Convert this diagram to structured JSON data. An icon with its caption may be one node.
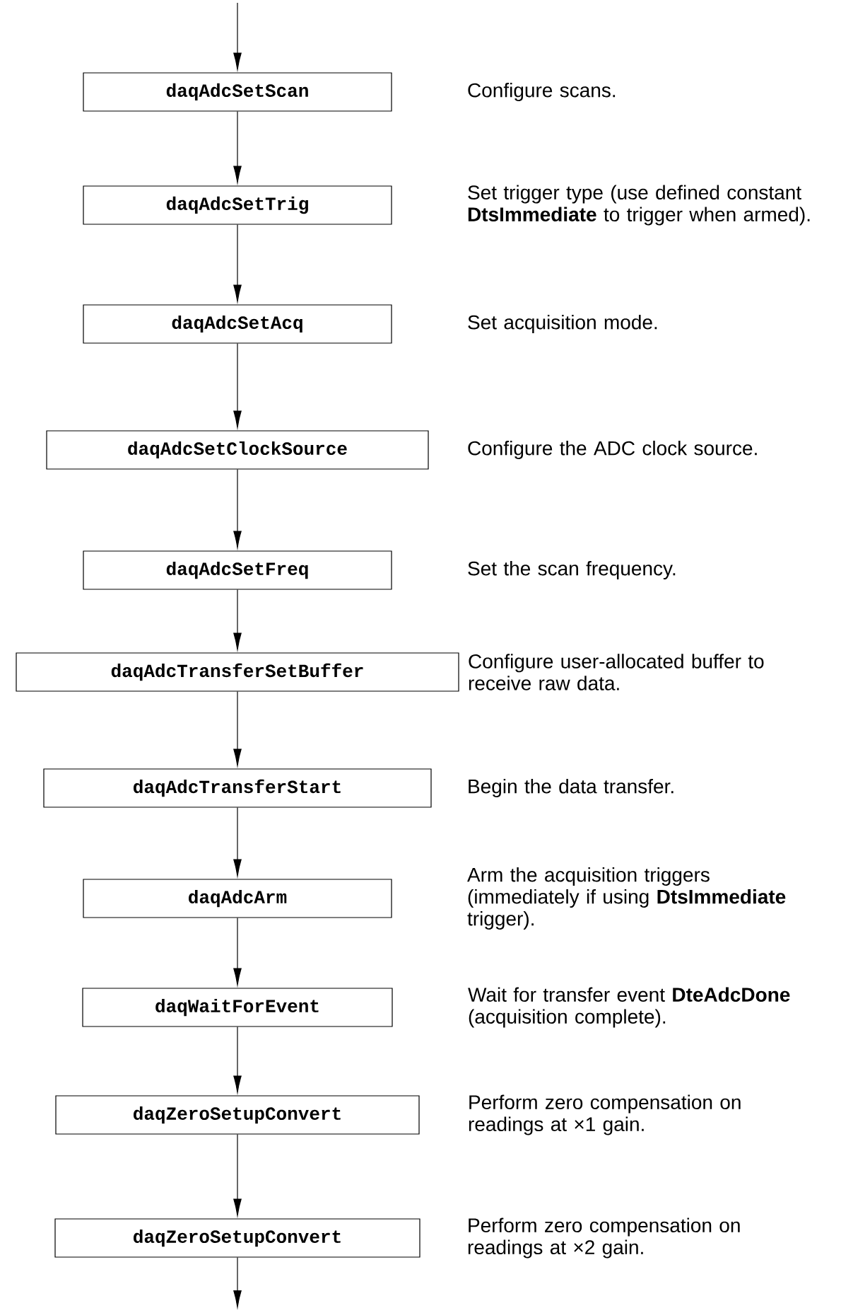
{
  "diagram": {
    "nodes": [
      {
        "text": [
          "daqAdcSetScan"
        ],
        "beside": [
          "Configure scans."
        ]
      },
      {
        "text": [
          "daqAdcSetTrig"
        ],
        "beside": [
          "Set trigger type (use defined constant **DtsImmediate** to trigger when armed)."
        ]
      },
      {
        "text": [
          "daqAdcSetAcq"
        ],
        "beside": [
          "Set acquisition mode."
        ]
      },
      {
        "text": [
          "daqAdcSetClockSource"
        ],
        "beside": [
          "Configure the ADC clock source."
        ]
      },
      {
        "text": [
          "daqAdcSetFreq"
        ],
        "beside": [
          "Set the scan frequency."
        ]
      },
      {
        "text": [
          "daqAdcTransferSetBuffer"
        ],
        "beside": [
          "Configure user-allocated buffer to receive raw data."
        ]
      },
      {
        "text": [
          "daqAdcTransferStart"
        ],
        "beside": [
          "Begin the data transfer."
        ]
      },
      {
        "text": [
          "daqAdcArm"
        ],
        "beside": [
          "Arm the acquisition triggers (immediately if using **DtsImmediate** trigger)."
        ]
      },
      {
        "text": [
          "daqWaitForEvent"
        ],
        "beside": [
          "Wait for transfer event **DteAdcDone** (acquisition complete)."
        ]
      },
      {
        "text": [
          "daqZeroSetupConvert"
        ],
        "beside": [
          "Perform zero compensation on readings at ×1 gain."
        ]
      },
      {
        "text": [
          "daqZeroSetupConvert"
        ],
        "beside": [
          "Perform zero compensation on readings at ×2 gain."
        ]
      }
    ],
    "edges": [
      {
        "from": null,
        "to": 0,
        "arrow": "to"
      },
      {
        "from": 0,
        "to": 1,
        "arrow": "to"
      },
      {
        "from": 1,
        "to": 2,
        "arrow": "to"
      },
      {
        "from": 2,
        "to": 3,
        "arrow": "to"
      },
      {
        "from": 3,
        "to": 4,
        "arrow": "to"
      },
      {
        "from": 4,
        "to": 5,
        "arrow": "to"
      },
      {
        "from": 5,
        "to": 6,
        "arrow": "to"
      },
      {
        "from": 6,
        "to": 7,
        "arrow": "to"
      },
      {
        "from": 7,
        "to": 8,
        "arrow": "to"
      },
      {
        "from": 8,
        "to": 9,
        "arrow": "to"
      },
      {
        "from": 9,
        "to": 10,
        "arrow": "to"
      },
      {
        "from": 10,
        "to": null,
        "arrow": "to"
      }
    ]
  }
}
